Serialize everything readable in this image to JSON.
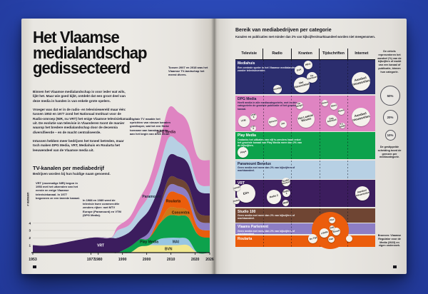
{
  "left_page": {
    "title_lines": [
      "Het Vlaamse",
      "medialandschap",
      "gedissecteerd"
    ],
    "peak_note": "Tussen 2007 en 2018 was het Vlaamse TV-landschap het meest divers.",
    "paragraphs": [
      "Binnen het Vlaamse medialandschap is voor ieder wat wils, lijkt het. Maar wie goed kijkt, ontdekt dat een groot deel van deze media in handen is van enkele grote spelers.",
      "Vroeger was dat er in de radio- en televisiewereld maar één: tussen 1953 en 1977 zond het Nationaal Instituut voor de Radio-omroep (NIR, nu VRT) het enige Vlaamse televisiekanaal uit. De evolutie van televisie in Vlaanderen toont de manier waarop het bredere medialandschap door de decennia diversifieerde – en de macht centraliseerde.",
      "Intussen hebben meer bedrijven het toneel betreden, maar toch maken DPG Media, VRT, Mediahuis en Roularta het leeuwendeel van de Vlaamse media uit."
    ],
    "section_heading": "TV-kanalen per mediabedrijf",
    "section_subheading": "Bedrijven worden bij hun huidige naam genoemd.",
    "annotation_vrt": "VRT (voormalige NIR) begon in 1953 met het uitzenden van het eerste en enige Vlaamse televisiekanaal. In 1977 begonnen ze een tweede kanaal.",
    "annotation_commercial": "In 1988 en 1989 werd de televisie twee commerciële zenders rijker: met MTV Europe (Paramount) en VTM (DPG Media).",
    "annotation_digital": "Digitale TV maakte het oprichten van nieuwe kanalen goedkoper, wat tot een flinke toename aan kanalen leidde aan het begin van deze eeuw."
  },
  "chart_data": [
    {
      "type": "area",
      "variant": "stacked-stream",
      "title": "TV-kanalen per mediabedrijf",
      "ylabel": "# kanalen",
      "x": [
        1953,
        1960,
        1977,
        1985,
        1988,
        1993,
        1997,
        2001,
        2005,
        2009,
        2013,
        2017,
        2021,
        2026
      ],
      "x_ticks": [
        1953,
        1977,
        1980,
        1990,
        2000,
        2010,
        2020,
        2026
      ],
      "y_ticks": [
        1,
        2,
        3,
        4
      ],
      "series": [
        {
          "name": "BVN",
          "color": "#f1e88f",
          "label_color": "#2b2b20",
          "label_year": 2009,
          "values": [
            0,
            0,
            0,
            0,
            0,
            0,
            0.8,
            1,
            1,
            1,
            1,
            1,
            0,
            0
          ]
        },
        {
          "name": "MAI",
          "color": "#97c6e3",
          "label_color": "#1d2c3a",
          "label_year": 2012,
          "values": [
            0,
            0,
            0,
            0,
            0,
            0,
            0,
            0,
            0.8,
            1,
            1,
            0.8,
            0,
            0
          ]
        },
        {
          "name": "Play Media",
          "color": "#0da24c",
          "label_color": "#0e2415",
          "label_year": 2001,
          "values": [
            0,
            0,
            0,
            0,
            0,
            0.8,
            1,
            1,
            2,
            3,
            3,
            3,
            2.5,
            2
          ]
        },
        {
          "name": "Concentra",
          "color": "#d07818",
          "label_color": "#2e1a07",
          "label_year": 2014,
          "values": [
            0,
            0,
            0,
            0,
            0,
            0,
            0,
            0,
            0,
            1,
            1,
            0.8,
            0,
            0
          ]
        },
        {
          "name": "Roularta",
          "color": "#eb5d0c",
          "label_color": "#2e1405",
          "label_year": 2011,
          "values": [
            0,
            0,
            0,
            0,
            0,
            0,
            0,
            0,
            1,
            2,
            2,
            1.5,
            1,
            1
          ]
        },
        {
          "name": "Vlaams Parlement",
          "color": "#8d7ec5",
          "label_color": null,
          "label_year": null,
          "values": [
            0,
            0,
            0,
            0,
            0,
            0,
            0,
            0.8,
            1,
            1,
            1,
            1,
            1,
            1
          ]
        },
        {
          "name": "Studio 100",
          "color": "#6f4533",
          "label_color": null,
          "label_year": null,
          "values": [
            0,
            0,
            0,
            0,
            0,
            0,
            0,
            0,
            0,
            1,
            1,
            1,
            1,
            1
          ]
        },
        {
          "name": "VRT",
          "color": "#3c1d5e",
          "label_color": "#ffffff",
          "label_year": 1981,
          "values": [
            1,
            1,
            2,
            2,
            2,
            2,
            2.5,
            3,
            3,
            3,
            3,
            3,
            3,
            3
          ]
        },
        {
          "name": "Paramount",
          "color": "#b7d0e4",
          "label_color": "#1b2a3c",
          "label_year": 2002,
          "values": [
            0,
            0,
            0,
            0,
            1,
            1,
            1.5,
            2,
            2.5,
            2.5,
            2,
            1.5,
            1,
            1
          ]
        },
        {
          "name": "DPG Media",
          "color": "#df84c2",
          "label_color": "#33102a",
          "label_year": 2008,
          "values": [
            0,
            0,
            0,
            0,
            0.5,
            1,
            1.5,
            2,
            3,
            4,
            4,
            4,
            3.5,
            3.5
          ]
        }
      ]
    },
    {
      "type": "bubble-matrix",
      "title": "Bereik van mediabedrijven per categorie",
      "subtitle": "Kanalen en publicaties met minder dan 2% van kijkcijfers/marktaandeel worden niet meegenomen.",
      "columns": [
        "Televisie",
        "Radio",
        "Kranten",
        "Tijdschriften",
        "Internet"
      ],
      "rows": [
        {
          "name": "Mediahuis",
          "color": "#2b2d6e",
          "h": 48,
          "dark_text": false,
          "desc": "Een centrale speler in het Vlaamse medialandschap zonder televisiezender.",
          "bubbles": [
            {
              "c": 1,
              "f": 0.5,
              "y": 0.85,
              "d": 12,
              "t": "Nostalgie"
            },
            {
              "c": 2,
              "f": 0.28,
              "y": 0.3,
              "d": 13,
              "t": "GvA"
            },
            {
              "c": 2,
              "f": 0.6,
              "y": 0.14,
              "d": 12,
              "t": "HBvL"
            },
            {
              "c": 2,
              "f": 0.74,
              "y": 0.5,
              "d": 15,
              "t": "De Standaard"
            },
            {
              "c": 2,
              "f": 0.38,
              "y": 0.72,
              "d": 22,
              "t": "Het Nieuwsblad"
            },
            {
              "c": 4,
              "f": 0.5,
              "y": 0.62,
              "d": 26,
              "t": "Aandeel nieuwssites"
            }
          ]
        },
        {
          "name": "DPG Media",
          "color": "#df84c2",
          "h": 50,
          "dark_text": true,
          "desc": "Heeft media in alle mediacategorieën, met in drie categorieën de grootste publicatie of het grootste kanaal.",
          "bubbles": [
            {
              "c": 0,
              "f": 0.3,
              "y": 0.72,
              "d": 16,
              "t": "VTM"
            },
            {
              "c": 0,
              "f": 0.66,
              "y": 0.6,
              "d": 9,
              "t": "VTM 2"
            },
            {
              "c": 0,
              "f": 0.64,
              "y": 0.92,
              "d": 8,
              "t": "VTM 3"
            },
            {
              "c": 1,
              "f": 0.35,
              "y": 0.74,
              "d": 13,
              "t": "Qmusic"
            },
            {
              "c": 1,
              "f": 0.7,
              "y": 0.8,
              "d": 10,
              "t": "Joe"
            },
            {
              "c": 2,
              "f": 0.3,
              "y": 0.28,
              "d": 10,
              "t": "De Morgen"
            },
            {
              "c": 2,
              "f": 0.52,
              "y": 0.66,
              "d": 24,
              "t": "Het Laatste Nieuws"
            },
            {
              "c": 3,
              "f": 0.2,
              "y": 0.22,
              "d": 9,
              "t": "Primo"
            },
            {
              "c": 3,
              "f": 0.52,
              "y": 0.3,
              "d": 10,
              "t": "Story"
            },
            {
              "c": 3,
              "f": 0.8,
              "y": 0.45,
              "d": 9,
              "t": "Humo"
            },
            {
              "c": 3,
              "f": 0.45,
              "y": 0.7,
              "d": 16,
              "t": "Dag Allemaal"
            },
            {
              "c": 3,
              "f": 0.82,
              "y": 0.85,
              "d": 8,
              "t": "TV Familie"
            },
            {
              "c": 4,
              "f": 0.48,
              "y": 0.6,
              "d": 26,
              "t": "Aandeel nieuwssites"
            }
          ]
        },
        {
          "name": "Play Media",
          "color": "#0da24c",
          "h": 38,
          "dark_text": false,
          "desc": "Ondanks het uitbaten van vijf tv-zenders haalt enkel het grootste kanaal van Play Media meer dan 2% van de kijkcijfers.",
          "bubbles": [
            {
              "c": 0,
              "f": 0.28,
              "y": 0.75,
              "d": 15,
              "t": "Play4"
            }
          ]
        },
        {
          "name": "Paramount Benelux",
          "color": "#b7d0e4",
          "h": 26,
          "dark_text": true,
          "desc": "Geen media met meer dan 2% van kijkcijfers of marktaandeel.",
          "bubbles": []
        },
        {
          "name": "VRT",
          "color": "#3c1d5e",
          "h": 38,
          "dark_text": false,
          "desc": "",
          "bubbles": [
            {
              "c": 0,
              "f": 0.38,
              "y": 0.5,
              "d": 26,
              "t": "Eén"
            },
            {
              "c": 0,
              "f": 0.04,
              "y": 0.3,
              "d": 10,
              "t": "Canvas"
            },
            {
              "c": 0,
              "f": 0.05,
              "y": 0.78,
              "d": 9,
              "t": "Ketnet"
            },
            {
              "c": 1,
              "f": 0.38,
              "y": 0.62,
              "d": 20,
              "t": "Radio 2"
            },
            {
              "c": 1,
              "f": 0.8,
              "y": 0.08,
              "d": 12,
              "t": "Studio Brussel"
            },
            {
              "c": 1,
              "f": 0.82,
              "y": 0.48,
              "d": 11,
              "t": "Radio 1"
            },
            {
              "c": 1,
              "f": 0.8,
              "y": 0.85,
              "d": 9,
              "t": "MNM"
            },
            {
              "c": 4,
              "f": 0.55,
              "y": 0.5,
              "d": 20,
              "t": "Aandeel nieuwssites"
            }
          ]
        },
        {
          "name": "Studio 100",
          "color": "#6f4533",
          "h": 20,
          "dark_text": false,
          "desc": "Geen media met meer dan 2% van kijkcijfers of marktaandeel.",
          "bubbles": []
        },
        {
          "name": "Vlaams Parlement",
          "color": "#8d7ec5",
          "h": 15,
          "dark_text": false,
          "desc": "Geen media met meer dan 2% van kijkcijfers of marktaandeel.",
          "bubbles": []
        },
        {
          "name": "Roularta",
          "color": "#eb5d0c",
          "h": 16,
          "dark_text": false,
          "desc": "",
          "blob": {
            "c": 3,
            "f": 0.4,
            "y": -0.4,
            "d": 52
          },
          "bubbles": [
            {
              "c": 2,
              "f": 0.78,
              "y": 0.3,
              "d": 13,
              "t": "De Tijd"
            },
            {
              "c": 3,
              "f": 0.18,
              "y": -0.2,
              "d": 13,
              "t": "Libelle"
            },
            {
              "c": 3,
              "f": 0.46,
              "y": -1.3,
              "d": 9,
              "t": "Plus"
            },
            {
              "c": 3,
              "f": 0.62,
              "y": -0.3,
              "d": 11,
              "t": "Knack"
            },
            {
              "c": 3,
              "f": 0.42,
              "y": 0.4,
              "d": 9,
              "t": "Flair"
            },
            {
              "c": 3,
              "f": 0.45,
              "y": -0.6,
              "d": 7,
              "t": "KW"
            },
            {
              "c": 4,
              "f": 0.08,
              "y": 0.3,
              "d": 9,
              "t": ""
            }
          ]
        }
      ]
    }
  ],
  "right_page": {
    "legend": {
      "intro": "De cirkels representeren het aandeel (%) van de kijkcijfers of markt van een kanaal of publicatie, binnen hun categorie.",
      "sizes": [
        "50%",
        "20%",
        "10%"
      ],
      "note": "De gestippelde scheiding toont de grenzen per mediacategorie.",
      "sources": "Bronnen: Vlaamse Regulator voor de Media (2023) en eigen onderzoek."
    }
  }
}
